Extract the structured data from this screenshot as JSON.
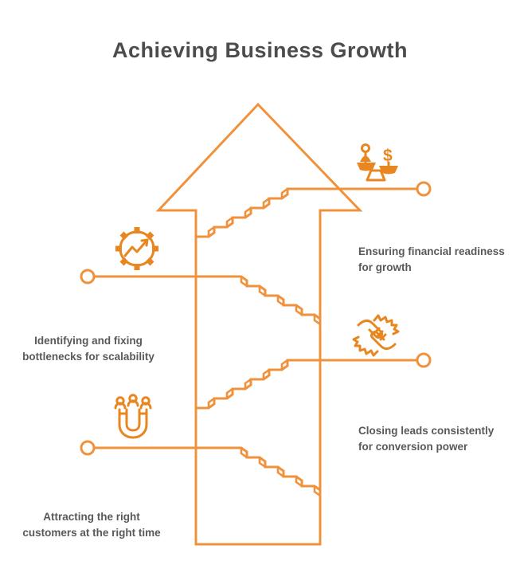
{
  "title": "Achieving Business Growth",
  "colors": {
    "structure_orange": "#F0923C",
    "icon_orange": "#E8861F",
    "title_text": "#4C4C4E",
    "label_text": "#58595B",
    "background": "#FFFFFF"
  },
  "labels": {
    "financial": {
      "line1": "Ensuring financial readiness",
      "line2": "for growth"
    },
    "bottlenecks": {
      "line1": "Identifying and fixing",
      "line2": "bottlenecks for scalability"
    },
    "closing": {
      "line1": "Closing leads consistently",
      "line2": "for conversion power"
    },
    "attracting": {
      "line1": "Attracting the right",
      "line2": "customers at the right time"
    }
  },
  "icon_glyphs": {
    "balance_scale_dollar": "$",
    "balance_scale": "balance-scale-icon",
    "gear_growth": "gear-growth-icon",
    "handshake": "handshake-icon",
    "magnet": "magnet-icon"
  }
}
